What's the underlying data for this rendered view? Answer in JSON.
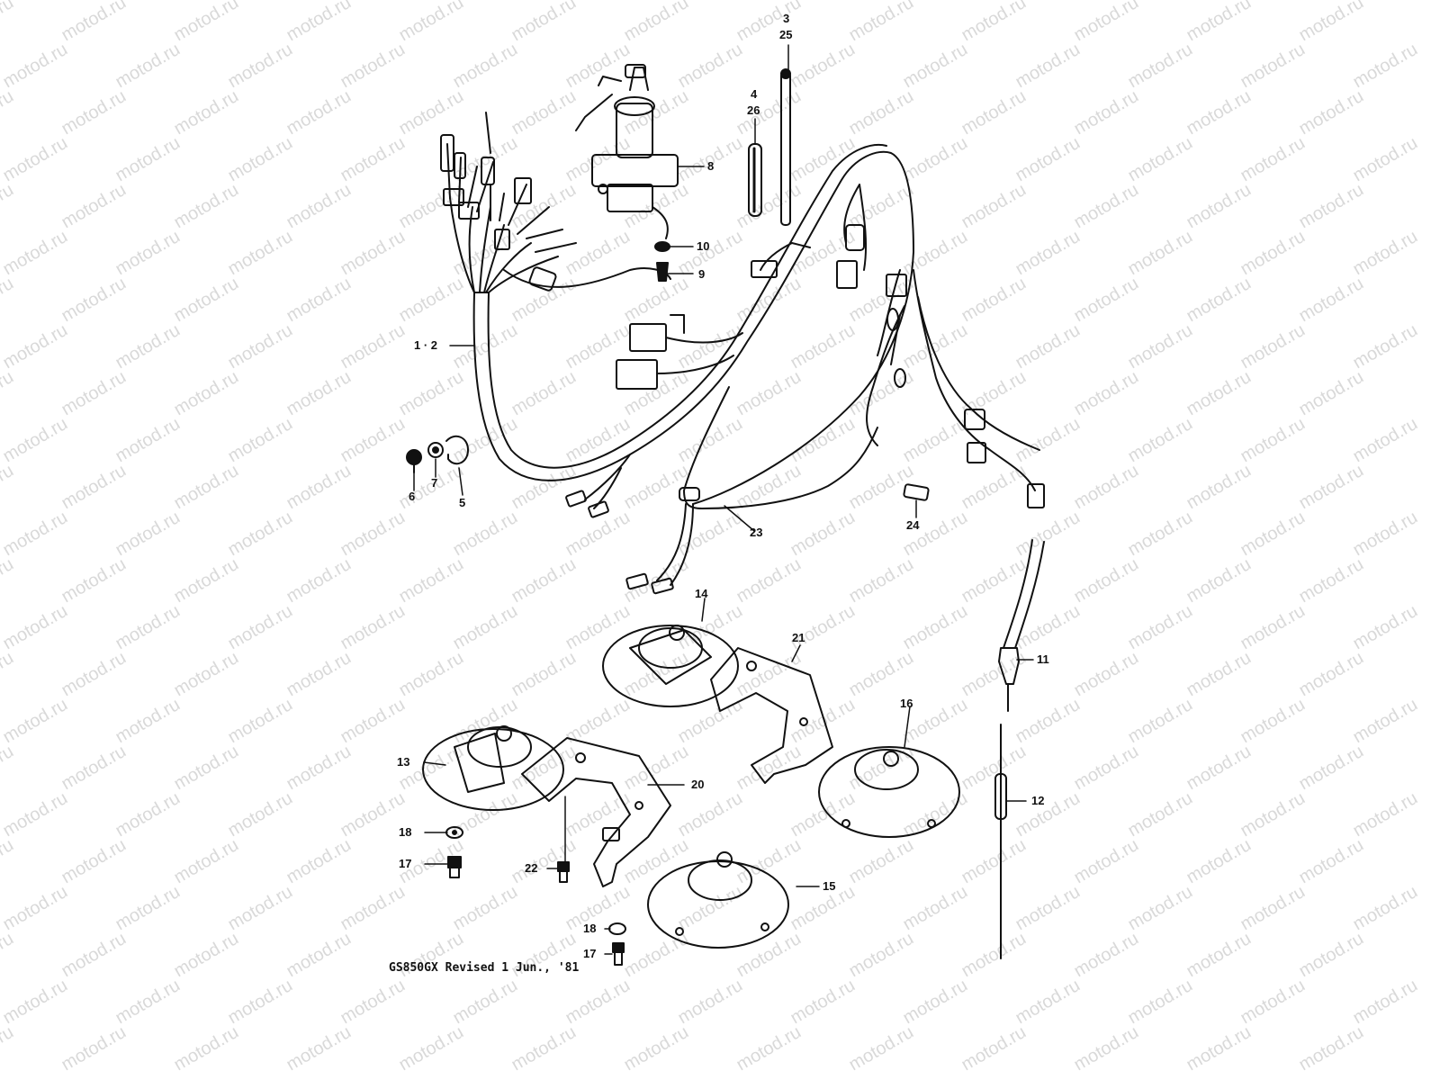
{
  "watermark": {
    "text": "motod.ru"
  },
  "footer": {
    "text": "GS850GX Revised 1 Jun., '81"
  },
  "callouts": {
    "c3": "3",
    "c25": "25",
    "c4": "4",
    "c26": "26",
    "c8": "8",
    "c10": "10",
    "c9": "9",
    "c1_2": "1 · 2",
    "c6": "6",
    "c7": "7",
    "c5": "5",
    "c23": "23",
    "c24": "24",
    "c14": "14",
    "c21": "21",
    "c11": "11",
    "c16": "16",
    "c13": "13",
    "c20": "20",
    "c12": "12",
    "c18a": "18",
    "c17a": "17",
    "c22": "22",
    "c15": "15",
    "c18b": "18",
    "c17b": "17"
  },
  "colors": {
    "ink": "#111111",
    "watermark": "#d9d9d9",
    "paper": "#ffffff"
  }
}
